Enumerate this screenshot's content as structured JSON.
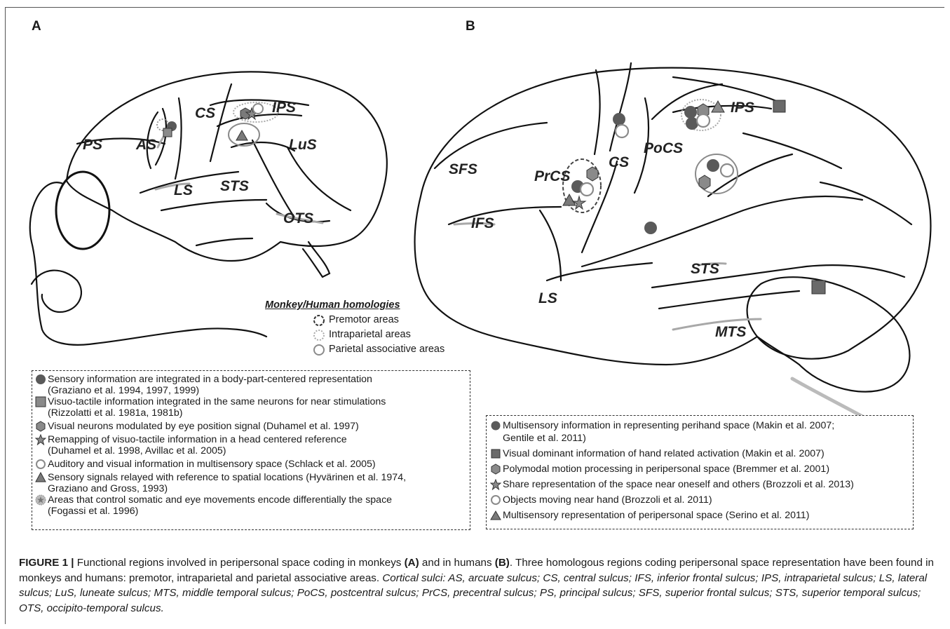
{
  "figure": {
    "panel_a_label": "A",
    "panel_b_label": "B",
    "monkey_sulci": {
      "ps": "PS",
      "as": "AS",
      "cs": "CS",
      "ips": "IPS",
      "lus": "LuS",
      "ls": "LS",
      "sts": "STS",
      "ots": "OTS"
    },
    "human_sulci": {
      "sfs": "SFS",
      "ifs": "IFS",
      "prcs": "PrCS",
      "cs": "CS",
      "pocs": "PoCS",
      "ips": "IPS",
      "sts": "STS",
      "ls": "LS",
      "mts": "MTS"
    },
    "homologies": {
      "title": "Monkey/Human homologies",
      "items": [
        {
          "label": "Premotor areas",
          "icon": "dashed-dark-circle-icon"
        },
        {
          "label": "Intraparietal areas",
          "icon": "dotted-light-circle-icon"
        },
        {
          "label": "Parietal associative areas",
          "icon": "solid-gray-circle-icon"
        }
      ]
    },
    "legend_a": {
      "items": [
        {
          "icon": "filled-circle-icon",
          "line1": "Sensory information are integrated in a body-part-centered representation",
          "line2": "(Graziano et al. 1994, 1997, 1999)"
        },
        {
          "icon": "square-icon",
          "line1": "Visuo-tactile information integrated in the same neurons for near stimulations",
          "line2": "(Rizzolatti et al. 1981a, 1981b)"
        },
        {
          "icon": "hexagon-icon",
          "line1": "Visual neurons modulated by eye position signal (Duhamel et al. 1997)",
          "line2": ""
        },
        {
          "icon": "star-icon",
          "line1": "Remapping of visuo-tactile information in a head centered reference",
          "line2": "(Duhamel et al. 1998, Avillac et al. 2005)"
        },
        {
          "icon": "open-circle-icon",
          "line1": "Auditory and visual information in multisensory space (Schlack et al. 2005)",
          "line2": ""
        },
        {
          "icon": "triangle-icon",
          "line1": "Sensory signals relayed with reference to spatial locations (Hyvärinen et al. 1974,",
          "line2": "Graziano and Gross, 1993)"
        },
        {
          "icon": "starred-circle-icon",
          "line1": "Areas that control somatic and eye movements encode differentially the space",
          "line2": "(Fogassi et al. 1996)"
        }
      ]
    },
    "legend_b": {
      "items": [
        {
          "icon": "filled-circle-icon",
          "line1": "Multisensory information in representing perihand space (Makin et al. 2007;",
          "line2": "Gentile et al. 2011)"
        },
        {
          "icon": "square-icon",
          "line1": "Visual dominant information of hand related activation (Makin et al. 2007)",
          "line2": ""
        },
        {
          "icon": "hexagon-icon",
          "line1": "Polymodal motion processing in peripersonal space (Bremmer et al. 2001)",
          "line2": ""
        },
        {
          "icon": "star-icon",
          "line1": "Share representation of the space near oneself and others (Brozzoli et al. 2013)",
          "line2": ""
        },
        {
          "icon": "open-circle-icon",
          "line1": "Objects moving near hand (Brozzoli et al. 2011)",
          "line2": ""
        },
        {
          "icon": "triangle-icon",
          "line1": "Multisensory representation of peripersonal space (Serino et al. 2011)",
          "line2": ""
        }
      ]
    },
    "caption": {
      "lead": "FIGURE 1 |",
      "t1": " Functional regions involved in peripersonal space coding in monkeys ",
      "a": "(A)",
      "t2": " and in humans ",
      "b": "(B)",
      "t3": ". Three homologous regions coding peripersonal space representation have been found in monkeys and humans: premotor, intraparietal and parietal associative areas. ",
      "abbrev": "Cortical sulci: AS, arcuate sulcus; CS, central sulcus; IFS, inferior frontal sulcus; IPS, intraparietal sulcus; LS, lateral sulcus; LuS, luneate sulcus; MTS, middle temporal sulcus; PoCS, postcentral sulcus; PrCS, precentral sulcus; PS, principal sulcus; SFS, superior frontal sulcus; STS, superior temporal sulcus; OTS, occipito-temporal sulcus."
    },
    "colors": {
      "marker_dark": "#5a5a5a",
      "marker_mid": "#8a8a8a",
      "outline": "#1a1a1a",
      "sulcus_gray": "#a8a8a8"
    }
  }
}
